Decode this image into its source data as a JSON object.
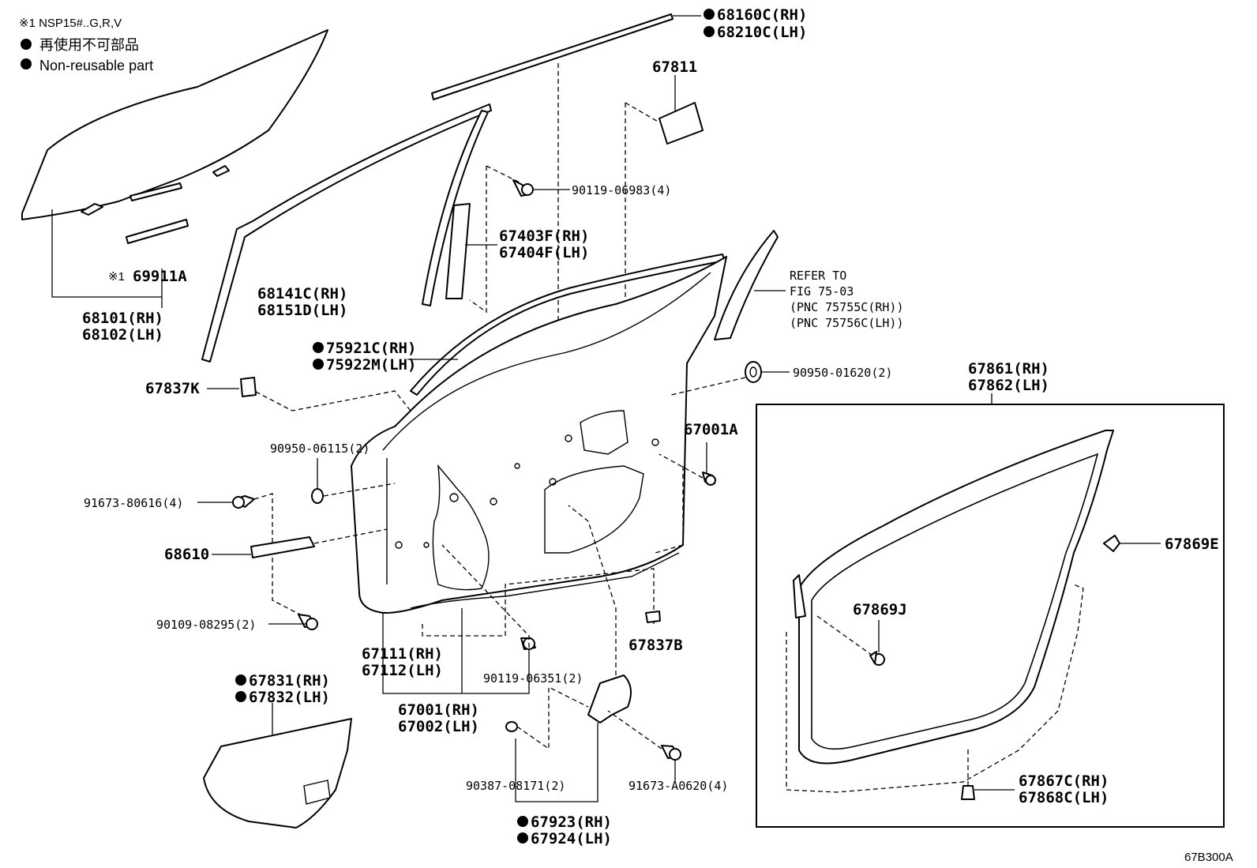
{
  "notes": {
    "line1": "※1 NSP15#..G,R,V",
    "line2": "再使用不可部品",
    "line3": "Non-reusable part"
  },
  "labels": {
    "p68160C": "68160C(RH)",
    "p68210C": "68210C(LH)",
    "p67811": "67811",
    "p90119_06983": "90119-06983(4)",
    "p67403F": "67403F(RH)",
    "p67404F": "67404F(LH)",
    "refer1": "REFER TO",
    "refer2": "FIG 75-03",
    "refer3": "(PNC 75755C(RH))",
    "refer4": "(PNC 75756C(LH))",
    "p69911A_pre": "※1",
    "p69911A": "69911A",
    "p68101": "68101(RH)",
    "p68102": "68102(LH)",
    "p68141C": "68141C(RH)",
    "p68151D": "68151D(LH)",
    "p75921C": "75921C(RH)",
    "p75922M": "75922M(LH)",
    "p90950_01620": "90950-01620(2)",
    "p67861": "67861(RH)",
    "p67862": "67862(LH)",
    "p67837K": "67837K",
    "p67001A": "67001A",
    "p90950_06115": "90950-06115(2)",
    "p91673_80616": "91673-80616(4)",
    "p68610": "68610",
    "p67869E": "67869E",
    "p67869J": "67869J",
    "p90109_08295": "90109-08295(2)",
    "p67837B": "67837B",
    "p67111": "67111(RH)",
    "p67112": "67112(LH)",
    "p90119_06351": "90119-06351(2)",
    "p67831": "67831(RH)",
    "p67832": "67832(LH)",
    "p67001": "67001(RH)",
    "p67002": "67002(LH)",
    "p90387_08171": "90387-08171(2)",
    "p91673_A0620": "91673-A0620(4)",
    "p67867C": "67867C(RH)",
    "p67868C": "67868C(LH)",
    "p67923": "67923(RH)",
    "p67924": "67924(LH)",
    "figure_id": "67B300A"
  }
}
